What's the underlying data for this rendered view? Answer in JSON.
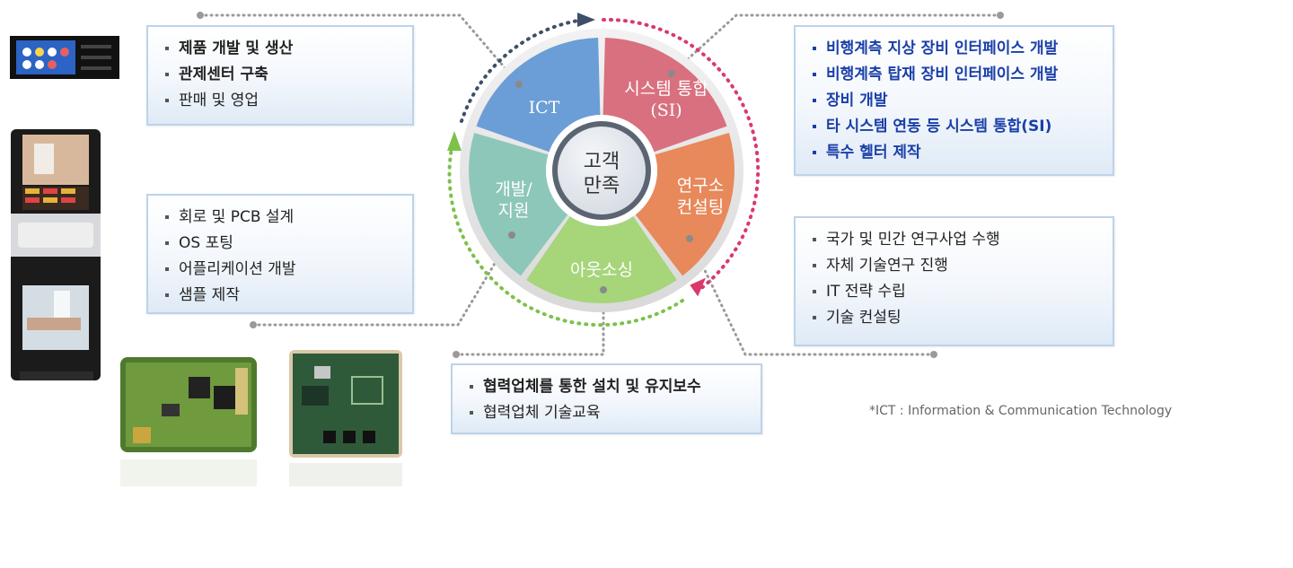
{
  "center": {
    "line1": "고객",
    "line2": "만족"
  },
  "segments": [
    {
      "id": "ict",
      "lines": [
        "ICT"
      ],
      "color": "#6b9ed6"
    },
    {
      "id": "si",
      "lines": [
        "시스템 통합",
        "(SI)"
      ],
      "color": "#d9707f"
    },
    {
      "id": "research",
      "lines": [
        "연구소",
        "컨설팅"
      ],
      "color": "#e7895b"
    },
    {
      "id": "outsourcing",
      "lines": [
        "아웃소싱"
      ],
      "color": "#a6d57a"
    },
    {
      "id": "development",
      "lines": [
        "개발/",
        "지원"
      ],
      "color": "#8dc7b9"
    }
  ],
  "boxes": {
    "ict": {
      "items": [
        {
          "text": "제품 개발 및 생산",
          "style": "bold"
        },
        {
          "text": "관제센터 구축",
          "style": "bold"
        },
        {
          "text": "판매 및 영업",
          "style": "normal"
        }
      ]
    },
    "si": {
      "items": [
        {
          "text": "비행계측 지상 장비 인터페이스 개발",
          "style": "blue"
        },
        {
          "text": "비행계측 탑재 장비 인터페이스 개발",
          "style": "blue"
        },
        {
          "text": "장비 개발",
          "style": "blue"
        },
        {
          "text": "타 시스템 연동 등 시스템 통합(SI)",
          "style": "blue"
        },
        {
          "text": "특수 헬터 제작",
          "style": "blue"
        }
      ]
    },
    "development": {
      "items": [
        {
          "text": "회로 및 PCB 설계",
          "style": "normal"
        },
        {
          "text": "OS 포팅",
          "style": "normal"
        },
        {
          "text": "어플리케이션 개발",
          "style": "normal"
        },
        {
          "text": "샘플 제작",
          "style": "normal"
        }
      ]
    },
    "research": {
      "items": [
        {
          "text": "국가 및 민간 연구사업 수행",
          "style": "normal"
        },
        {
          "text": "자체 기술연구 진행",
          "style": "normal"
        },
        {
          "text": "IT 전략 수립",
          "style": "normal"
        },
        {
          "text": "기술 컨설팅",
          "style": "normal"
        }
      ]
    },
    "outsourcing": {
      "items": [
        {
          "text": "협력업체를 통한 설치 및 유지보수",
          "style": "bold"
        },
        {
          "text": "협력업체 기술교육",
          "style": "normal"
        }
      ]
    }
  },
  "footnote": "*ICT : Information & Communication Technology",
  "colors": {
    "arc_dark": "#3e5068",
    "arc_pink": "#d93a6a",
    "arc_green": "#7cc14a",
    "connector": "#9a9a9a"
  },
  "photos": [
    "device-panel",
    "medical-kiosk",
    "pcb-board-1",
    "pcb-board-2"
  ]
}
